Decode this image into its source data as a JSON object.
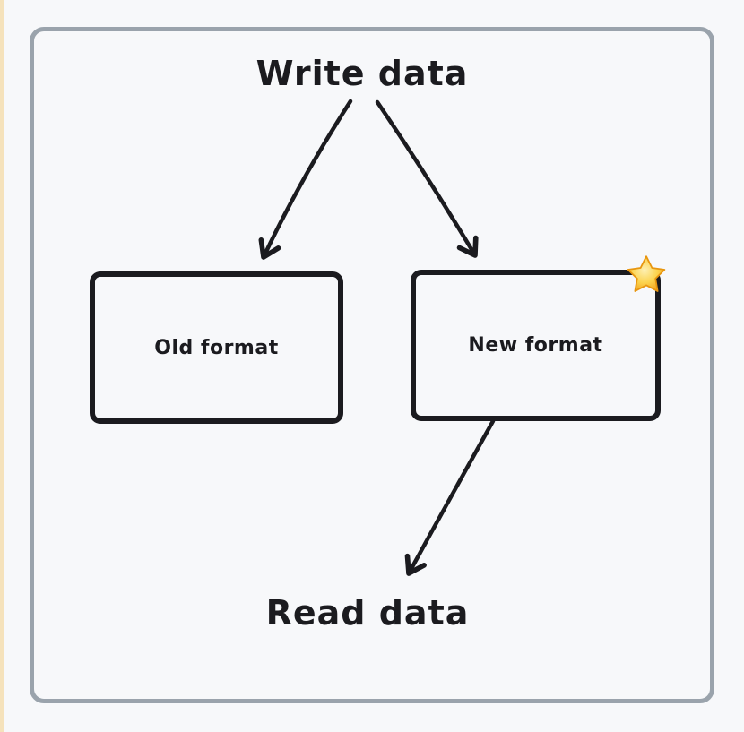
{
  "canvas": {
    "background_color": "#f7f8fa",
    "left_strip_color": "#f5e2bb",
    "frame_border_color": "#9aa3ac",
    "ink_color": "#1b1b1f"
  },
  "diagram": {
    "title_label": "Write data",
    "footer_label": "Read data",
    "nodes": [
      {
        "label": "Old format"
      },
      {
        "label": "New format",
        "icon": "star-icon"
      }
    ],
    "arrows": [
      {
        "from": "Write data",
        "to": "Old format"
      },
      {
        "from": "Write data",
        "to": "New format"
      },
      {
        "from": "New format",
        "to": "Read data"
      }
    ],
    "star_icon_glyph": "⭐",
    "star_colors": {
      "center": "#fdf0b4",
      "mid": "#fcd34d",
      "edge": "#f2a31d",
      "outline": "#e8960f"
    }
  }
}
